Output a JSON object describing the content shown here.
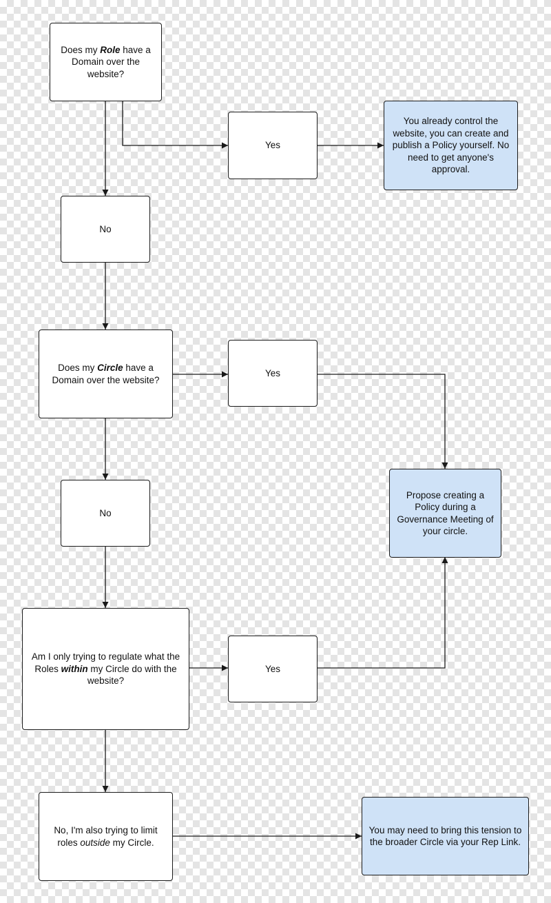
{
  "colors": {
    "decision_fill": "#ffffff",
    "result_fill": "#cfe2f7",
    "line": "#1a1a1a"
  },
  "nodes": {
    "q_role": {
      "pre": "Does my ",
      "em": "Role",
      "post": " have a Domain over the website?"
    },
    "yes_1": {
      "text": "Yes"
    },
    "result_1": {
      "text": "You already control the website, you can create and publish a Policy yourself. No need to get anyone's approval."
    },
    "no_1": {
      "text": "No"
    },
    "q_circle": {
      "pre": "Does my ",
      "em": "Circle",
      "post": " have a Domain over the website?"
    },
    "yes_2": {
      "text": "Yes"
    },
    "result_2": {
      "text": "Propose creating a Policy during a Governance Meeting of your circle."
    },
    "no_2": {
      "text": "No"
    },
    "q_within": {
      "pre": "Am I only trying to regulate what the Roles ",
      "em": "within",
      "post": " my Circle do with the website?"
    },
    "yes_3": {
      "text": "Yes"
    },
    "no_3": {
      "pre": "No, I'm also trying to limit roles ",
      "em": "outside",
      "post": " my Circle."
    },
    "result_3": {
      "text": "You may need to bring this tension to the broader Circle via your Rep Link."
    }
  }
}
